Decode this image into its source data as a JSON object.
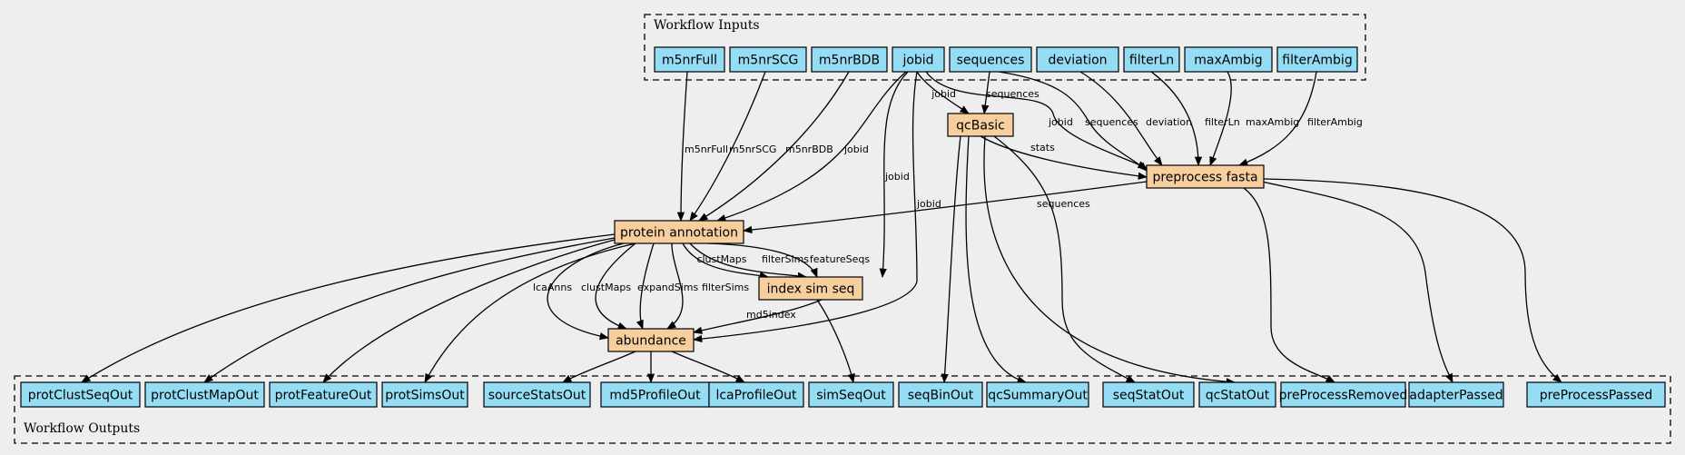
{
  "colors": {
    "background": "#eeeeee",
    "io_fill": "#94ddf4",
    "step_fill": "#f7cf9f",
    "stroke": "#000000"
  },
  "clusters": {
    "inputs_label": "Workflow Inputs",
    "outputs_label": "Workflow Outputs"
  },
  "inputs": [
    "m5nrFull",
    "m5nrSCG",
    "m5nrBDB",
    "jobid",
    "sequences",
    "deviation",
    "filterLn",
    "maxAmbig",
    "filterAmbig"
  ],
  "steps": [
    "qcBasic",
    "preprocess fasta",
    "protein annotation",
    "index sim seq",
    "abundance"
  ],
  "outputs": [
    "protClustSeqOut",
    "protClustMapOut",
    "protFeatureOut",
    "protSimsOut",
    "sourceStatsOut",
    "md5ProfileOut",
    "lcaProfileOut",
    "simSeqOut",
    "seqBinOut",
    "qcSummaryOut",
    "seqStatOut",
    "qcStatOut",
    "preProcessRemoved",
    "adapterPassed",
    "preProcessPassed"
  ],
  "edges": [
    {
      "from": "jobid",
      "to": "qcBasic",
      "label": "jobid"
    },
    {
      "from": "sequences",
      "to": "qcBasic",
      "label": "sequences"
    },
    {
      "from": "jobid",
      "to": "preprocess fasta",
      "label": "jobid"
    },
    {
      "from": "sequences",
      "to": "preprocess fasta",
      "label": "sequences"
    },
    {
      "from": "deviation",
      "to": "preprocess fasta",
      "label": "deviation"
    },
    {
      "from": "filterLn",
      "to": "preprocess fasta",
      "label": "filterLn"
    },
    {
      "from": "maxAmbig",
      "to": "preprocess fasta",
      "label": "maxAmbig"
    },
    {
      "from": "filterAmbig",
      "to": "preprocess fasta",
      "label": "filterAmbig"
    },
    {
      "from": "qcBasic",
      "to": "preprocess fasta",
      "label": "stats"
    },
    {
      "from": "m5nrFull",
      "to": "protein annotation",
      "label": "m5nrFull"
    },
    {
      "from": "m5nrSCG",
      "to": "protein annotation",
      "label": "m5nrSCG"
    },
    {
      "from": "m5nrBDB",
      "to": "protein annotation",
      "label": "m5nrBDB"
    },
    {
      "from": "jobid",
      "to": "protein annotation",
      "label": "jobid"
    },
    {
      "from": "preprocess fasta",
      "to": "protein annotation",
      "label": "sequences"
    },
    {
      "from": "jobid",
      "to": "index sim seq",
      "label": "jobid"
    },
    {
      "from": "protein annotation",
      "to": "index sim seq",
      "label": "clustMaps"
    },
    {
      "from": "protein annotation",
      "to": "index sim seq",
      "label": "filterSims"
    },
    {
      "from": "protein annotation",
      "to": "index sim seq",
      "label": "featureSeqs"
    },
    {
      "from": "jobid",
      "to": "abundance",
      "label": "jobid"
    },
    {
      "from": "protein annotation",
      "to": "abundance",
      "label": "lcaAnns"
    },
    {
      "from": "protein annotation",
      "to": "abundance",
      "label": "clustMaps"
    },
    {
      "from": "protein annotation",
      "to": "abundance",
      "label": "expandSims"
    },
    {
      "from": "protein annotation",
      "to": "abundance",
      "label": "filterSims"
    },
    {
      "from": "index sim seq",
      "to": "abundance",
      "label": "md5index"
    },
    {
      "from": "protein annotation",
      "to": "protClustSeqOut",
      "label": ""
    },
    {
      "from": "protein annotation",
      "to": "protClustMapOut",
      "label": ""
    },
    {
      "from": "protein annotation",
      "to": "protFeatureOut",
      "label": ""
    },
    {
      "from": "protein annotation",
      "to": "protSimsOut",
      "label": ""
    },
    {
      "from": "abundance",
      "to": "sourceStatsOut",
      "label": ""
    },
    {
      "from": "abundance",
      "to": "md5ProfileOut",
      "label": ""
    },
    {
      "from": "abundance",
      "to": "lcaProfileOut",
      "label": ""
    },
    {
      "from": "index sim seq",
      "to": "simSeqOut",
      "label": ""
    },
    {
      "from": "qcBasic",
      "to": "seqBinOut",
      "label": ""
    },
    {
      "from": "qcBasic",
      "to": "qcSummaryOut",
      "label": ""
    },
    {
      "from": "qcBasic",
      "to": "seqStatOut",
      "label": ""
    },
    {
      "from": "qcBasic",
      "to": "qcStatOut",
      "label": ""
    },
    {
      "from": "preprocess fasta",
      "to": "preProcessRemoved",
      "label": ""
    },
    {
      "from": "preprocess fasta",
      "to": "adapterPassed",
      "label": ""
    },
    {
      "from": "preprocess fasta",
      "to": "preProcessPassed",
      "label": ""
    }
  ]
}
